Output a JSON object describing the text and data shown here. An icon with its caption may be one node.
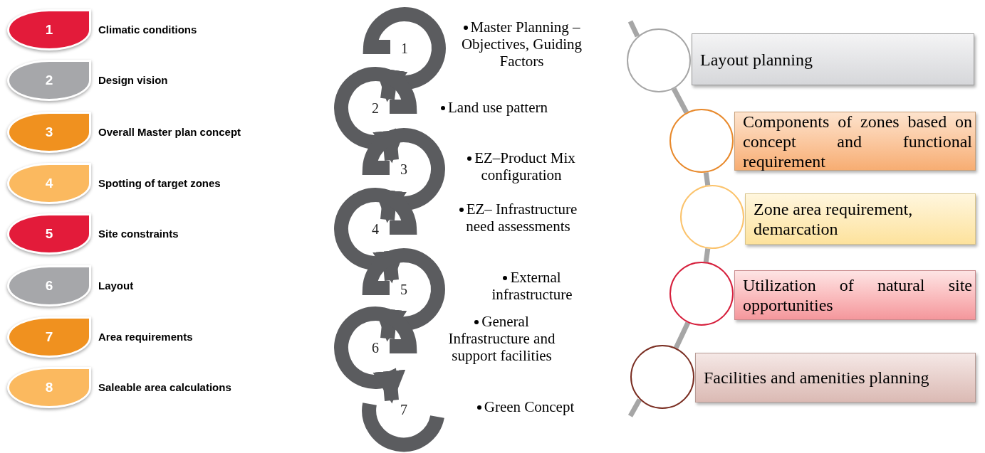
{
  "diagram": {
    "nodes": [
      {
        "text": [
          "1"
        ],
        "beside": [
          "Climatic conditions"
        ]
      },
      {
        "text": [
          "2"
        ],
        "beside": [
          "Design vision"
        ]
      },
      {
        "text": [
          "3"
        ],
        "beside": [
          "Overall Master plan concept"
        ]
      },
      {
        "text": [
          "4"
        ],
        "beside": [
          "Spotting of target zones"
        ]
      },
      {
        "text": [
          "5"
        ],
        "beside": [
          "Site constraints"
        ]
      },
      {
        "text": [
          "6"
        ],
        "beside": [
          "Layout"
        ]
      },
      {
        "text": [
          "7"
        ],
        "beside": [
          "Area requirements"
        ]
      },
      {
        "text": [
          "8"
        ],
        "beside": [
          "Saleable area calculations"
        ]
      },
      {
        "text": [
          "1"
        ]
      },
      {
        "text": [
          "2"
        ]
      },
      {
        "text": [
          "3"
        ]
      },
      {
        "text": [
          "4"
        ]
      },
      {
        "text": [
          "5"
        ]
      },
      {
        "text": [
          "6"
        ]
      },
      {
        "text": [
          "7"
        ]
      },
      {
        "text": [],
        "shape": "circle"
      },
      {
        "text": [
          "Layout planning"
        ]
      },
      {
        "text": [],
        "shape": "circle"
      },
      {
        "text": [
          "Components of zones based on concept and functional requirement"
        ]
      },
      {
        "text": [],
        "shape": "circle"
      },
      {
        "text": [
          "Zone area requirement, demarcation"
        ]
      },
      {
        "text": [],
        "shape": "circle"
      },
      {
        "text": [
          "Utilization of natural site opportunities"
        ]
      },
      {
        "text": [],
        "shape": "circle"
      },
      {
        "text": [
          "Facilities and amenities planning"
        ]
      }
    ],
    "edges": [
      {
        "from": 8,
        "to": 9,
        "arrow": "to"
      },
      {
        "from": 9,
        "to": 10,
        "arrow": "to"
      },
      {
        "from": 10,
        "to": 11,
        "arrow": "to"
      },
      {
        "from": 11,
        "to": 12,
        "arrow": "to"
      },
      {
        "from": 12,
        "to": 13,
        "arrow": "to"
      },
      {
        "from": 13,
        "to": 14,
        "arrow": "to"
      },
      {
        "from": 15,
        "to": 17,
        "arrow": "none",
        "color": "#a6a6a6"
      },
      {
        "from": 17,
        "to": 19,
        "arrow": "none",
        "color": "#a6a6a6"
      },
      {
        "from": 19,
        "to": 21,
        "arrow": "none",
        "color": "#a6a6a6"
      },
      {
        "from": 21,
        "to": 23,
        "arrow": "none",
        "color": "#a6a6a6"
      }
    ],
    "labels": [
      "Master Planning – Objectives, Guiding Factors",
      "Land use pattern",
      "EZ–Product Mix configuration",
      "EZ– Infrastructure need assessments",
      "External infrastructure",
      "General Infrastructure and support facilities",
      "Green Concept"
    ]
  }
}
